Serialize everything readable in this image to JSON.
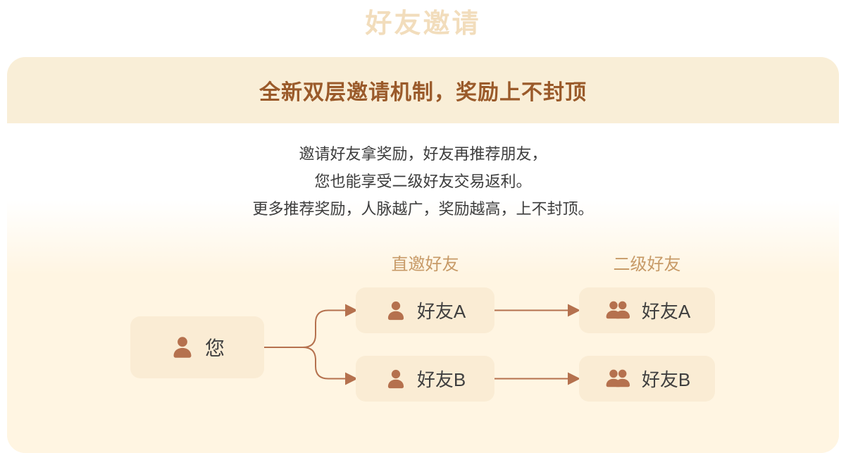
{
  "page": {
    "watermark_title": "好友邀请"
  },
  "card": {
    "header": {
      "title": "全新双层邀请机制，奖励上不封顶"
    },
    "description": {
      "lines": [
        "邀请好友拿奖励，好友再推荐朋友，",
        "您也能享受二级好友交易返利。",
        "更多推荐奖励，人脉越广，奖励越高，上不封顶。"
      ]
    },
    "diagram": {
      "columns": [
        {
          "label": "直邀好友"
        },
        {
          "label": "二级好友"
        }
      ],
      "root": {
        "label": "您",
        "icon": "person-icon"
      },
      "direct_friends": [
        {
          "label": "好友A",
          "icon": "person-icon"
        },
        {
          "label": "好友B",
          "icon": "person-icon"
        }
      ],
      "secondary_friends": [
        {
          "label": "好友A",
          "icon": "users-icon"
        },
        {
          "label": "好友B",
          "icon": "users-icon"
        }
      ]
    }
  },
  "colors": {
    "header_band": "#f9eed7",
    "card_body_cream": "#fff5e2",
    "title_text": "#9a5a2a",
    "body_text": "#3c3c3c",
    "column_label": "#c79a67",
    "node_background": "#faecd4",
    "icon_and_arrow": "#b5714e",
    "watermark_text": "#f2ddbc"
  }
}
